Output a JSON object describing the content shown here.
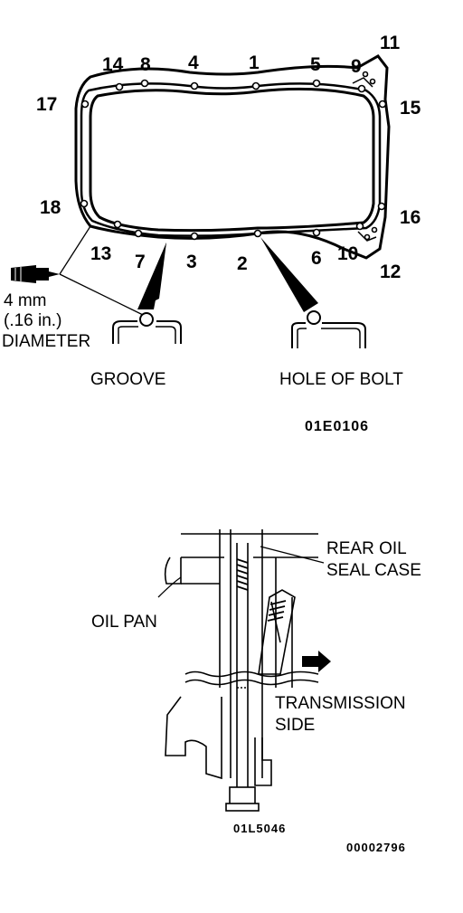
{
  "top_figure": {
    "bolt_numbers": [
      "1",
      "2",
      "3",
      "4",
      "5",
      "6",
      "7",
      "8",
      "9",
      "10",
      "11",
      "12",
      "13",
      "14",
      "15",
      "16",
      "17",
      "18"
    ],
    "bead_size": {
      "line1": "4 mm",
      "line2": "(.16 in.)",
      "line3": "DIAMETER"
    },
    "groove_label": "GROOVE",
    "hole_label": "HOLE OF BOLT",
    "figure_code": "01E0106"
  },
  "bottom_figure": {
    "rear_seal_line1": "REAR OIL",
    "rear_seal_line2": "SEAL CASE",
    "oil_pan_label": "OIL PAN",
    "transmission_line1": "TRANSMISSION",
    "transmission_line2": "SIDE",
    "figure_code": "01L5046"
  },
  "document_code": "00002796"
}
